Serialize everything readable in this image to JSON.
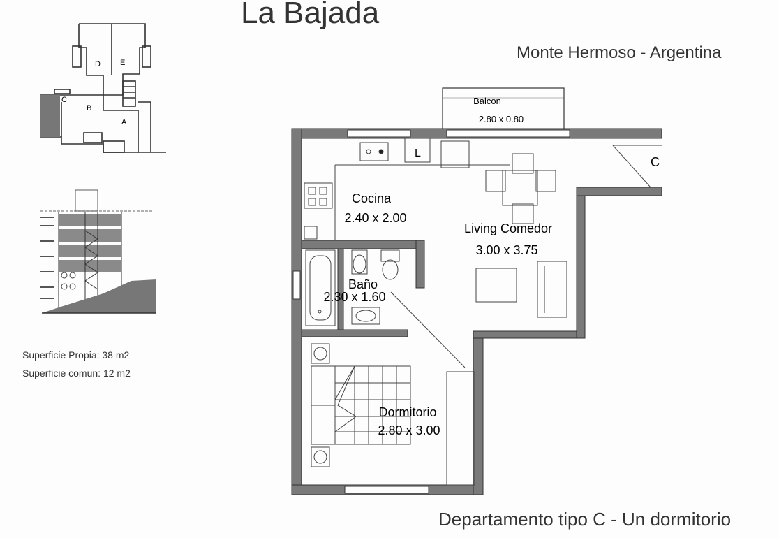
{
  "header": {
    "title": "La Bajada",
    "location": "Monte Hermoso - Argentina"
  },
  "footer": {
    "caption": "Departamento tipo C - Un dormitorio"
  },
  "surfaces": {
    "propia": "Superficie Propia: 38 m2",
    "comun": "Superficie comun: 12 m2"
  },
  "key_plan": {
    "units": [
      "D",
      "E",
      "C",
      "B",
      "A"
    ]
  },
  "plan": {
    "balcon": {
      "name": "Balcon",
      "size": "2.80 x 0.80"
    },
    "cocina": {
      "name": "Cocina",
      "size": "2.40 x 2.00"
    },
    "living": {
      "name": "Living Comedor",
      "size": "3.00 x 3.75"
    },
    "bano": {
      "name": "Baño",
      "size": "2.30 x 1.60"
    },
    "dormitorio": {
      "name": "Dormitorio",
      "size": "2.80 x 3.00"
    },
    "closet_label": "C",
    "laundry_label": "L"
  }
}
